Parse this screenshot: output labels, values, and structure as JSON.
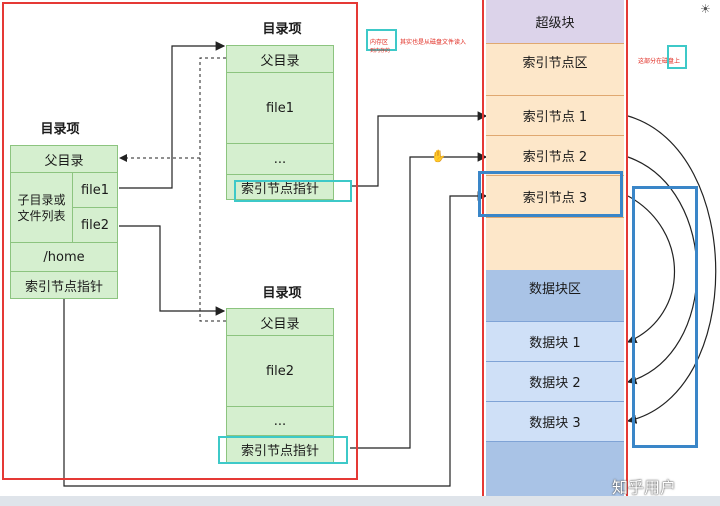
{
  "left_entry": {
    "title": "目录项",
    "parent": "父目录",
    "subdir_label": "子目录或文件列表",
    "file1": "file1",
    "file2": "file2",
    "home": "/home",
    "inode_ptr": "索引节点指针"
  },
  "top_entry": {
    "title": "目录项",
    "parent": "父目录",
    "file": "file1",
    "ellipsis": "...",
    "inode_ptr": "索引节点指针"
  },
  "bottom_entry": {
    "title": "目录项",
    "parent": "父目录",
    "file": "file2",
    "ellipsis": "...",
    "inode_ptr": "索引节点指针"
  },
  "disk": {
    "superblock": "超级块",
    "inode_area": "索引节点区",
    "inodes": [
      "索引节点 1",
      "索引节点 2",
      "索引节点 3"
    ],
    "data_area": "数据块区",
    "blocks": [
      "数据块 1",
      "数据块 2",
      "数据块 3"
    ]
  },
  "annotations": {
    "memory_box": "内存区",
    "memory_note": "其实也是从磁盘文件读入",
    "memory_note2": "到内存的",
    "disk_box": "磁盘",
    "disk_note": "这部分在磁盘上"
  },
  "watermark": "知乎用户",
  "colors": {
    "red_frame": "#e53935",
    "blue_frame": "#3a86c8",
    "cyan_frame": "#3ec9c8",
    "green_fill": "#d5efcf",
    "peach_fill": "#fde7c9",
    "blue_fill": "#cfe0f7"
  }
}
